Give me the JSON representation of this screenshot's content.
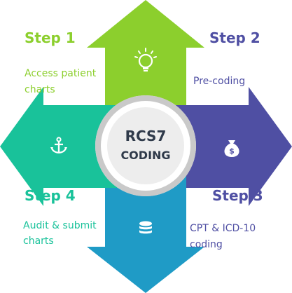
{
  "center": {
    "line1": "RCS7",
    "line2": "CODING"
  },
  "steps": [
    {
      "title": "Step 1",
      "desc_line1": "Access patient",
      "desc_line2": "charts",
      "color": "#8ccf2d",
      "icon": "lightbulb-icon"
    },
    {
      "title": "Step 2",
      "desc_line1": "Pre-coding",
      "desc_line2": "",
      "color": "#4f4fa3",
      "icon": "money-bag-icon"
    },
    {
      "title": "Step 3",
      "desc_line1": "CPT & ICD-10",
      "desc_line2": "coding",
      "color": "#4f4fa3",
      "icon": "database-icon"
    },
    {
      "title": "Step 4",
      "desc_line1": "Audit & submit",
      "desc_line2": "charts",
      "color": "#19c29a",
      "icon": "anchor-icon"
    }
  ],
  "colors": {
    "up_arrow": "#8ccf2d",
    "right_arrow": "#4f4fa3",
    "down_arrow": "#1f9bc6",
    "left_arrow": "#19c29a",
    "hub_ring": "#c9c9c9",
    "hub_fill": "#ededed"
  }
}
